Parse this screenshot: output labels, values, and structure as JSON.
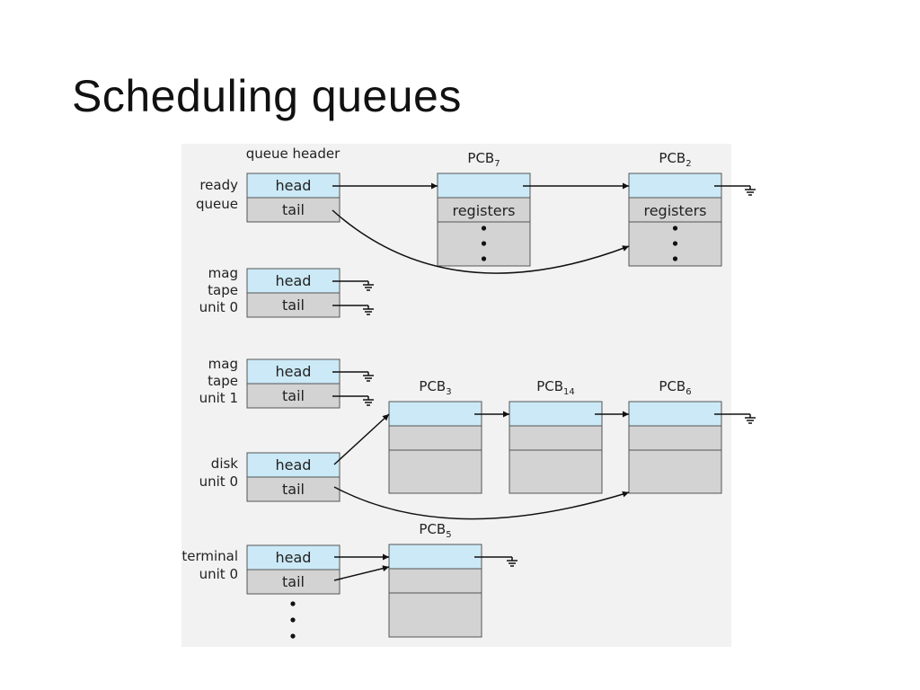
{
  "slide": {
    "title": "Scheduling queues"
  },
  "colors": {
    "head_fill": "#cbe9f6",
    "body_fill": "#d3d3d3",
    "stroke": "#555555",
    "arrow": "#111111"
  },
  "header_label": "queue header",
  "cell_labels": {
    "head": "head",
    "tail": "tail",
    "registers": "registers"
  },
  "queues": [
    {
      "id": "ready",
      "label_lines": [
        "ready",
        "queue"
      ]
    },
    {
      "id": "mag0",
      "label_lines": [
        "mag",
        "tape",
        "unit 0"
      ]
    },
    {
      "id": "mag1",
      "label_lines": [
        "mag",
        "tape",
        "unit 1"
      ]
    },
    {
      "id": "disk",
      "label_lines": [
        "disk",
        "unit 0"
      ]
    },
    {
      "id": "term",
      "label_lines": [
        "terminal",
        "unit 0"
      ]
    }
  ],
  "pcbs": [
    {
      "id": "pcb7",
      "prefix": "PCB",
      "sub": "7"
    },
    {
      "id": "pcb2",
      "prefix": "PCB",
      "sub": "2"
    },
    {
      "id": "pcb3",
      "prefix": "PCB",
      "sub": "3"
    },
    {
      "id": "pcb14",
      "prefix": "PCB",
      "sub": "14"
    },
    {
      "id": "pcb6",
      "prefix": "PCB",
      "sub": "6"
    },
    {
      "id": "pcb5",
      "prefix": "PCB",
      "sub": "5"
    }
  ]
}
